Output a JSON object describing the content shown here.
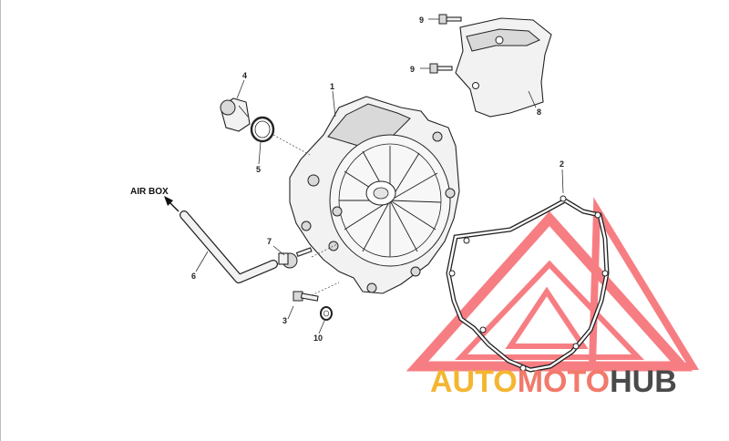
{
  "diagram": {
    "direction_label": "AIR BOX",
    "callouts": [
      "1",
      "2",
      "3",
      "4",
      "5",
      "6",
      "7",
      "8",
      "9",
      "9",
      "10"
    ]
  },
  "watermark": {
    "part1": "AUTO",
    "part2": "MOTO",
    "part3": "HUB",
    "colors": {
      "auto": "#f4b631",
      "moto": "#f2796b",
      "hub": "#4a4a4a",
      "logo": "#f3545a"
    }
  }
}
